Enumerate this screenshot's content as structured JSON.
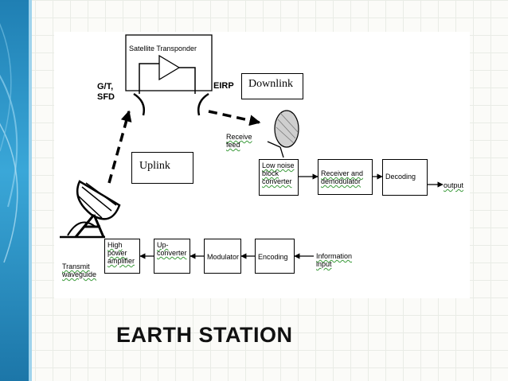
{
  "title": "EARTH STATION",
  "transponder": {
    "label": "Satellite Transponder",
    "gt_label": "G/T,\nSFD",
    "eirp_label": "EIRP"
  },
  "links": {
    "uplink": "Uplink",
    "downlink": "Downlink"
  },
  "receive": {
    "feed_label": "Receive\nfeed",
    "blocks": [
      "Low noise\nblock\nconverter",
      "Receiver and\ndemodulator",
      "Decoding"
    ],
    "output_label": "output"
  },
  "transmit": {
    "waveguide_label": "Transmit\nwaveguide",
    "blocks": [
      "High\npower\namplifier",
      "Up-\nconverter",
      "Modulator",
      "Encoding"
    ],
    "input_label": "Information\ninput"
  }
}
